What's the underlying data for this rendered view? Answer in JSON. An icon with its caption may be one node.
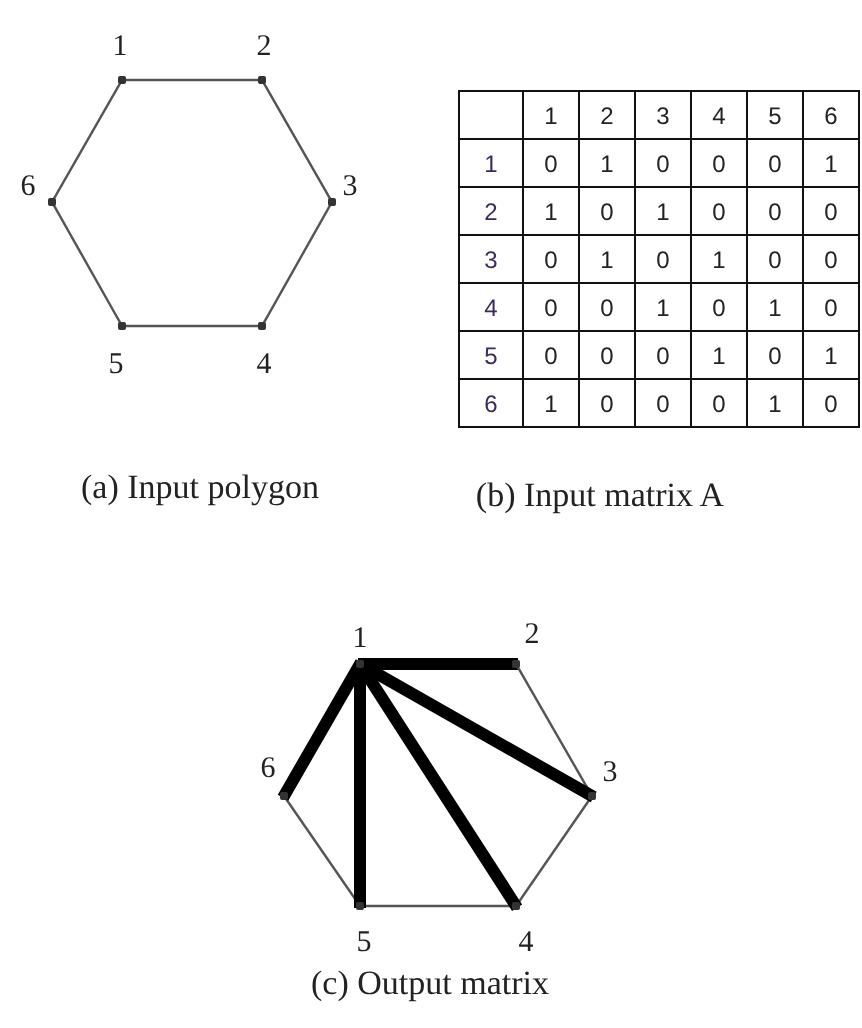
{
  "diagram": {
    "nodes": [
      {
        "text": [],
        "shape": "point",
        "beside": [
          "1"
        ]
      },
      {
        "text": [],
        "shape": "point",
        "beside": [
          "2"
        ]
      },
      {
        "text": [],
        "shape": "point",
        "beside": [
          "3"
        ]
      },
      {
        "text": [],
        "shape": "point",
        "beside": [
          "4"
        ]
      },
      {
        "text": [],
        "shape": "point",
        "beside": [
          "5"
        ]
      },
      {
        "text": [],
        "shape": "point",
        "beside": [
          "6"
        ]
      },
      {
        "text": [],
        "shape": "point",
        "beside": [
          "1"
        ]
      },
      {
        "text": [],
        "shape": "point",
        "beside": [
          "2"
        ]
      },
      {
        "text": [],
        "shape": "point",
        "beside": [
          "3"
        ]
      },
      {
        "text": [],
        "shape": "point",
        "beside": [
          "4"
        ]
      },
      {
        "text": [],
        "shape": "point",
        "beside": [
          "5"
        ]
      },
      {
        "text": [],
        "shape": "point",
        "beside": [
          "6"
        ]
      }
    ],
    "edges": [
      {
        "from": 0,
        "to": 1,
        "arrow": "none"
      },
      {
        "from": 1,
        "to": 2,
        "arrow": "none"
      },
      {
        "from": 2,
        "to": 3,
        "arrow": "none"
      },
      {
        "from": 3,
        "to": 4,
        "arrow": "none"
      },
      {
        "from": 4,
        "to": 5,
        "arrow": "none"
      },
      {
        "from": 5,
        "to": 0,
        "arrow": "none"
      },
      {
        "from": 6,
        "to": 7,
        "arrow": "none",
        "style": "thick"
      },
      {
        "from": 7,
        "to": 8,
        "arrow": "none"
      },
      {
        "from": 8,
        "to": 9,
        "arrow": "none"
      },
      {
        "from": 9,
        "to": 10,
        "arrow": "none"
      },
      {
        "from": 10,
        "to": 11,
        "arrow": "none"
      },
      {
        "from": 11,
        "to": 6,
        "arrow": "none",
        "style": "thick"
      },
      {
        "from": 6,
        "to": 8,
        "arrow": "none",
        "style": "thick"
      },
      {
        "from": 6,
        "to": 9,
        "arrow": "none",
        "style": "thick"
      },
      {
        "from": 6,
        "to": 10,
        "arrow": "none",
        "style": "thick"
      }
    ],
    "labels": [
      "1",
      "2",
      "3",
      "4",
      "5",
      "6",
      "1",
      "0",
      "1",
      "0",
      "0",
      "0",
      "1",
      "2",
      "1",
      "0",
      "1",
      "0",
      "0",
      "0",
      "3",
      "0",
      "1",
      "0",
      "1",
      "0",
      "0",
      "4",
      "0",
      "0",
      "1",
      "0",
      "1",
      "0",
      "5",
      "0",
      "0",
      "0",
      "1",
      "0",
      "1",
      "6",
      "1",
      "0",
      "0",
      "0",
      "1",
      "0",
      "(a) Input polygon",
      "(b) Input matrix A",
      "(c) Output matrix"
    ]
  }
}
